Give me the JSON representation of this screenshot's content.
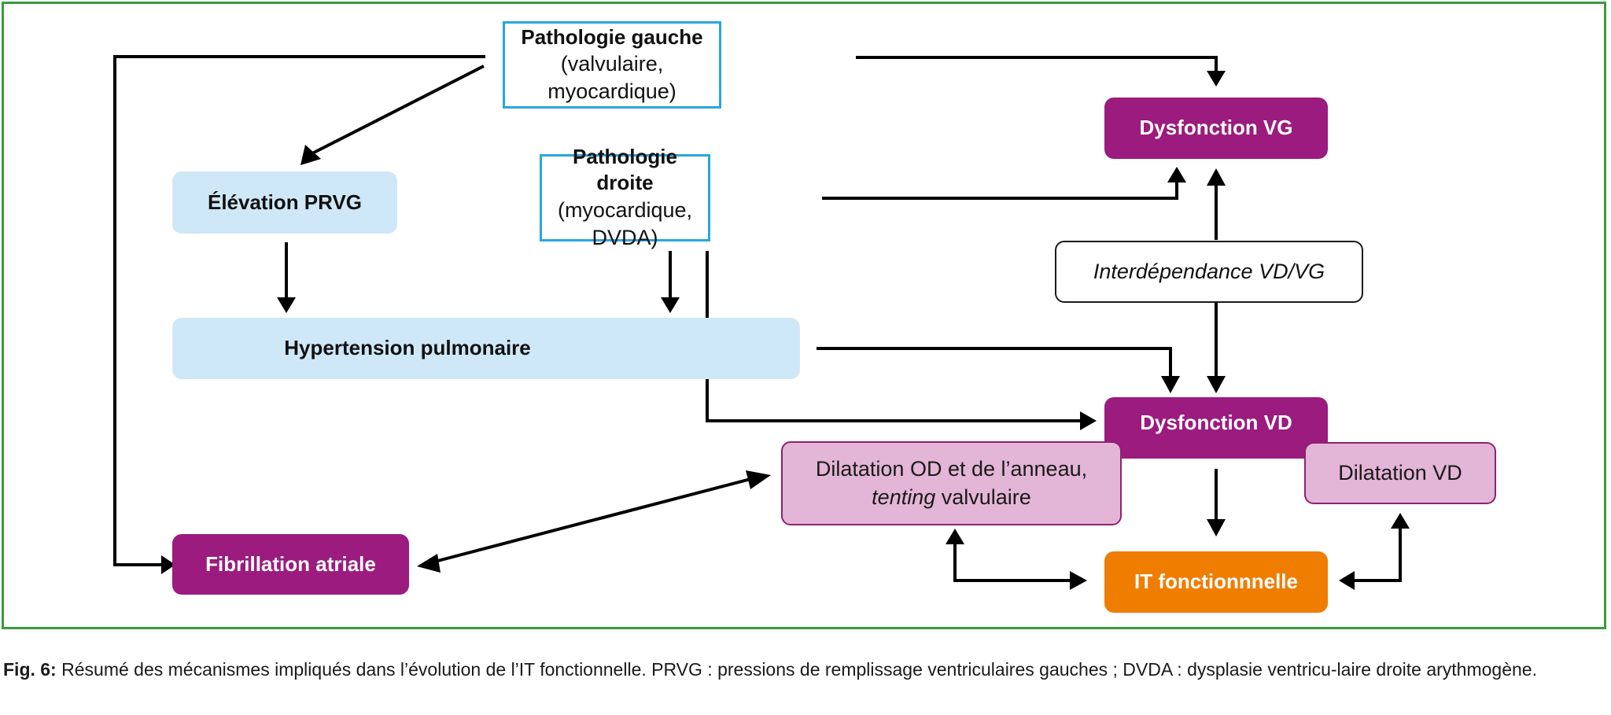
{
  "nodes": {
    "pathologie_gauche": {
      "title": "Pathologie gauche",
      "subtitle": "(valvulaire, myocardique)"
    },
    "pathologie_droite": {
      "title": "Pathologie droite",
      "subtitle": "(myocardique, DVDA)"
    },
    "elevation_prvg": {
      "label": "Élévation PRVG"
    },
    "hypertension_pulmonaire": {
      "label": "Hypertension pulmonaire"
    },
    "dysfonction_vg": {
      "label": "Dysfonction VG"
    },
    "interdependance": {
      "label": "Interdépendance VD/VG"
    },
    "dysfonction_vd": {
      "label": "Dysfonction VD"
    },
    "dilatation_od": {
      "line1": "Dilatation OD et de l’anneau,",
      "line2_italic": "tenting",
      "line2_rest": " valvulaire"
    },
    "dilatation_vd": {
      "label": "Dilatation VD"
    },
    "fibrillation_atriale": {
      "label": "Fibrillation atriale"
    },
    "it_fonctionnelle": {
      "label": "IT fonctionnnelle"
    }
  },
  "edges": [
    {
      "from": "Pathologie gauche",
      "to": "Élévation PRVG"
    },
    {
      "from": "Pathologie gauche",
      "to": "Dysfonction VG"
    },
    {
      "from": "Pathologie gauche",
      "to": "Fibrillation atriale"
    },
    {
      "from": "Pathologie droite",
      "to": "Dysfonction VG"
    },
    {
      "from": "Pathologie droite",
      "to": "Hypertension pulmonaire"
    },
    {
      "from": "Pathologie droite",
      "to": "Dysfonction VD"
    },
    {
      "from": "Élévation PRVG",
      "to": "Hypertension pulmonaire"
    },
    {
      "from": "Hypertension pulmonaire",
      "to": "Dysfonction VD"
    },
    {
      "from": "Interdépendance VD/VG",
      "to": "Dysfonction VG"
    },
    {
      "from": "Interdépendance VD/VG",
      "to": "Dysfonction VD"
    },
    {
      "from": "Dysfonction VD",
      "to": "IT fonctionnnelle"
    },
    {
      "from": "Dilatation OD et de l’anneau, tenting valvulaire",
      "to": "Fibrillation atriale",
      "bidirectional": true
    },
    {
      "from": "Dilatation OD et de l’anneau, tenting valvulaire",
      "to": "IT fonctionnnelle",
      "bidirectional": true
    },
    {
      "from": "Dilatation VD",
      "to": "IT fonctionnnelle",
      "bidirectional": true
    }
  ],
  "colors": {
    "frame": "#3a9b3f",
    "outline_blue": "#27a7e0",
    "light_blue": "#cfe8f8",
    "purple": "#9b1b7e",
    "pink": "#e3b5d6",
    "orange": "#ef7d00"
  },
  "caption": {
    "label": "Fig. 6:",
    "text": " Résumé des mécanismes impliqués dans l’évolution de l’IT fonctionnelle. PRVG : pressions de remplissage ventriculaires gauches ; DVDA : dysplasie ventricu-laire droite arythmogène."
  }
}
